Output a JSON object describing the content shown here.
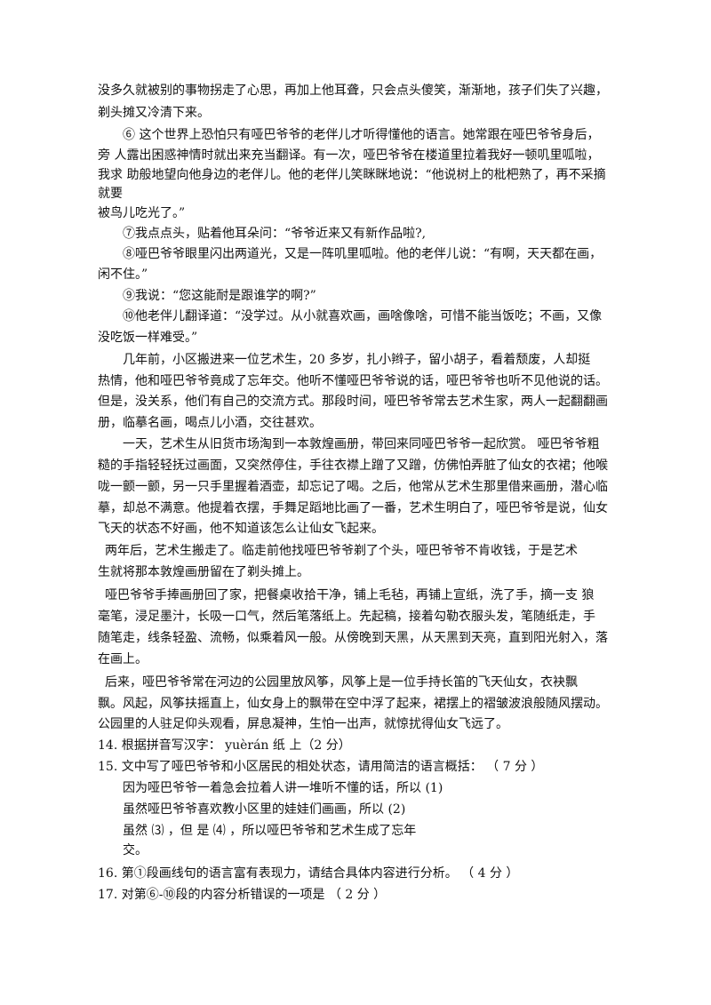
{
  "lines": [
    "没多久就被别的事物拐走了心思，再加上他耳聋，只会点头傻笑，渐渐地，孩子们失了兴趣，",
    "剃头摊又冷清下来。",
    "⑥  这个世界上恐怕只有哑巴爷爷的老伴儿才听得懂他的语言。她常跟在哑巴爷爷身后，",
    "旁  人露出困惑神情时就出来充当翻译。有一次，哑巴爷爷在楼道里拉着我好一顿叽里呱啦，",
    "我求  助般地望向他身边的老伴儿。他的老伴儿笑眯眯地说：“他说树上的枇杷熟了，再不采摘",
    "就要",
    "被鸟儿吃光了。”",
    "⑦我点点头，贴着他耳朵问：“爷爷近来又有新作品啦?,",
    "⑧哑巴爷爷眼里闪出两道光，又是一阵叽里呱啦。他的老伴儿说：“有啊，天天都在画，",
    "闲不住。”",
    "⑨我说：“您这能耐是跟谁学的啊?”",
    "⑩他老伴儿翻译道：“没学过。从小就喜欢画，画啥像啥，可惜不能当饭吃；不画，又像",
    "没吃饭一样难受。”",
    "几年前，小区搬进来一位艺术生，20 多岁，扎小辫子，留小胡子，看着颓废，人却挺",
    "热情，他和哑巴爷爷竟成了忘年交。他听不懂哑巴爷爷说的话，哑巴爷爷也听不见他说的话。",
    "但是，没关系，他们有自己的交流方式。那段时间，哑巴爷爷常去艺术生家，两人一起翻翻画",
    "册，临摹名画，喝点儿小酒，交往甚欢。",
    "一天，艺术生从旧货市场淘到一本敦煌画册，带回来同哑巴爷爷一起欣赏。  哑巴爷爷粗",
    "糙的手指轻轻抚过画面，又突然停住，手往衣襟上蹭了又蹭，仿佛怕弄脏了仙女的衣裙；他喉",
    "咙一颤一颤，另一只手里握着酒壶，却忘记了喝。之后，他常从艺术生那里借来画册，潜心临",
    "摹，却总不满意。他提着衣摆，手舞足蹈地比画了一番，艺术生明白了，哑巴爷爷是说，仙女",
    "飞天的状态不好画，他不知道该怎么让仙女飞起来。",
    "两年后，艺术生搬走了。临走前他找哑巴爷爷剃了个头，哑巴爷爷不肯收钱，于是艺术",
    "生就将那本敦煌画册留在了剃头摊上。",
    "哑巴爷爷手捧画册回了家，把餐桌收拾干净，铺上毛毡，再铺上宣纸，洗了手，摘一支  狼",
    "毫笔，浸足墨汁，长吸一口气，然后笔落纸上。先起稿，接着勾勒衣服头发，笔随纸走，手",
    "随笔走，线条轻盈、流畅，似乘着风一般。从傍晚到天黑，从天黑到天亮，直到阳光射入，落",
    "在画上。",
    "后来，哑巴爷爷常在河边的公园里放风筝，风筝上是一位手持长笛的飞天仙女，衣袂飘",
    "飘。风起，风筝扶摇直上，仙女身上的飘带在空中浮了起来，裙摆上的褶皱波浪般随风摆动。",
    "公园里的人驻足仰头观看，屏息凝神，生怕一出声，就惊扰得仙女飞远了。",
    "14.  根据拼音写汉字：  yuèrán                  纸 上（2 分）",
    "15.  文中写了哑巴爷爷和小区居民的相处状态，请用简洁的语言概括：    （ 7  分 ）",
    "因为哑巴爷爷一着急会拉着人讲一堆听不懂的话，所以                               (1)",
    "虽然哑巴爷爷喜欢教小区里的娃娃们画画，所以                                          (2)",
    "虽然            ⑶           ，但  是          ⑷            ，所以哑巴爷爷和艺术生成了忘年",
    "交。",
    "16.  第①段画线句的语言富有表现力，请结合具体内容进行分析。  （ 4  分 ）",
    "17.   对第⑥-⑩段的内容分析错误的一项是              （ 2  分 ）"
  ]
}
